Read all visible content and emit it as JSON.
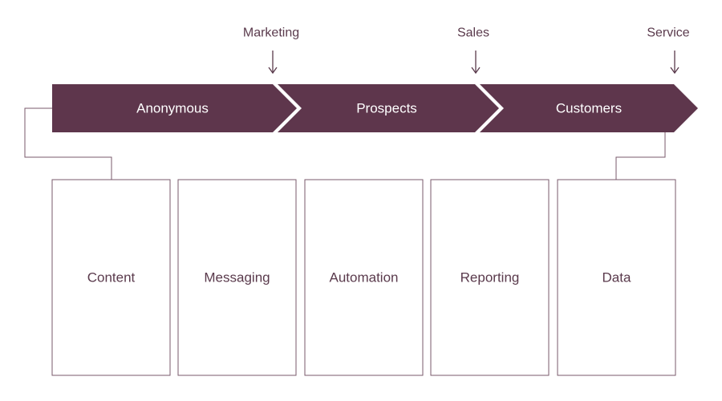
{
  "colors": {
    "accent": "#5e364c",
    "outline": "#7a5a6b",
    "text": "#5a3a4c"
  },
  "stages": [
    {
      "label": "Anonymous"
    },
    {
      "label": "Prospects"
    },
    {
      "label": "Customers"
    }
  ],
  "handoffs": [
    {
      "label": "Marketing",
      "icon": "arrow-down-icon"
    },
    {
      "label": "Sales",
      "icon": "arrow-down-icon"
    },
    {
      "label": "Service",
      "icon": "arrow-down-icon"
    }
  ],
  "capabilities": [
    {
      "label": "Content"
    },
    {
      "label": "Messaging"
    },
    {
      "label": "Automation"
    },
    {
      "label": "Reporting"
    },
    {
      "label": "Data"
    }
  ]
}
